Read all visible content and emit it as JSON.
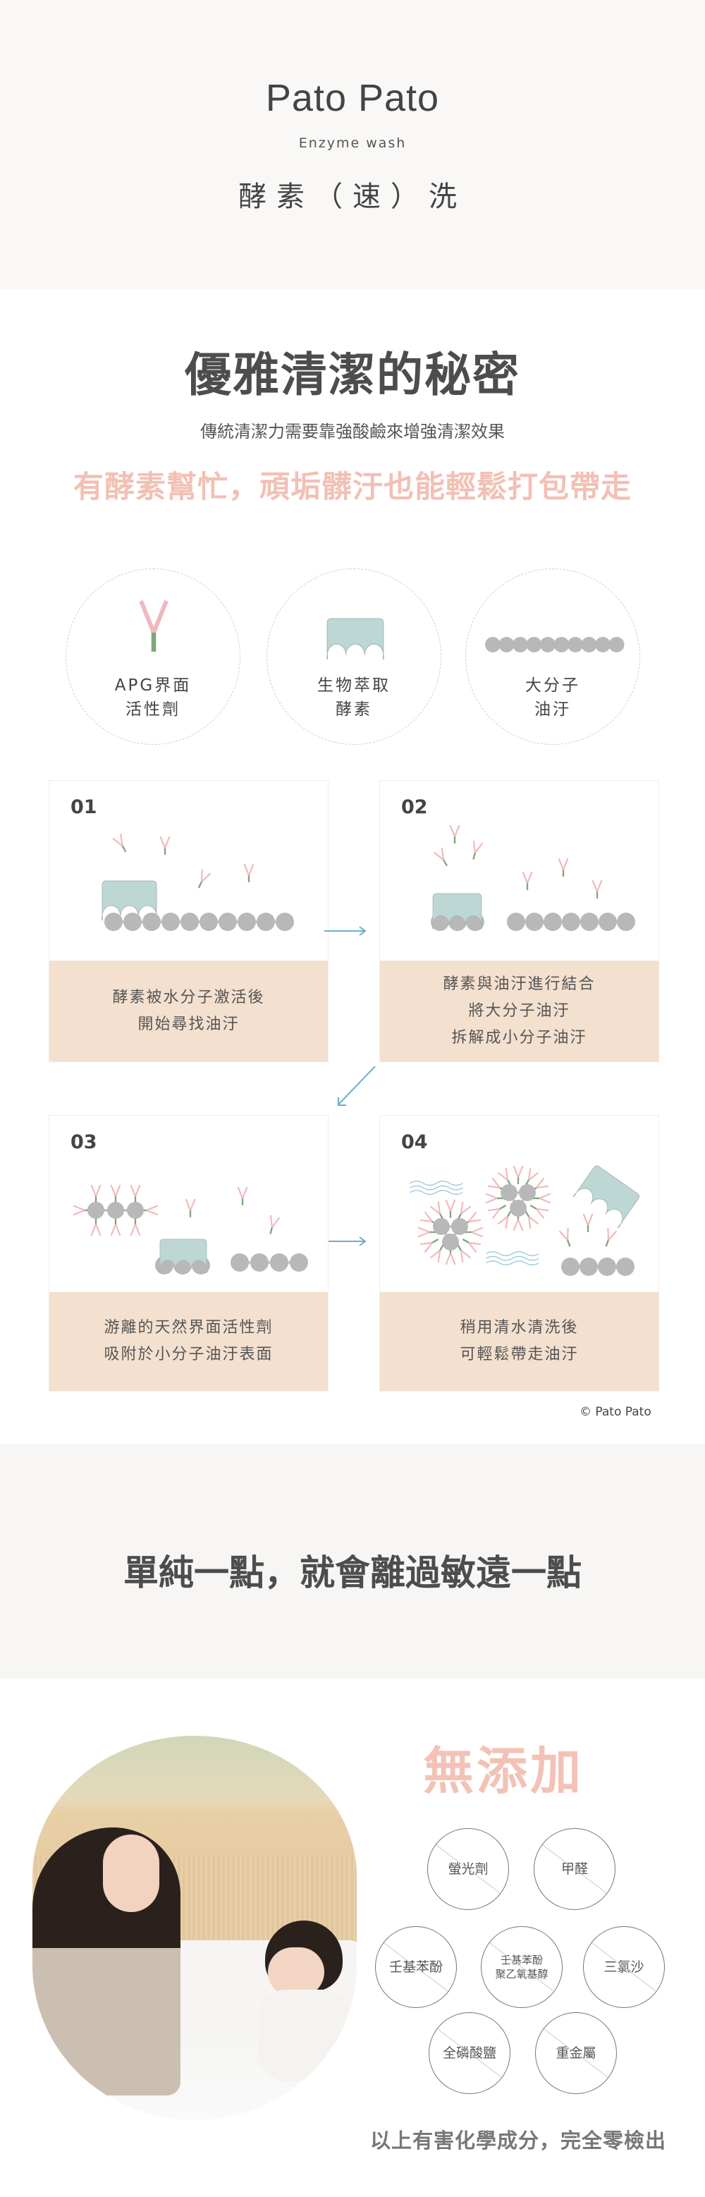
{
  "hero": {
    "logo": "Pato Pato",
    "subtitle_en": "Enzyme wash",
    "subtitle_zh": "酵素（速）洗"
  },
  "secret": {
    "title": "優雅清潔的秘密",
    "subtitle": "傳統清潔力需要靠強酸鹼來增強清潔效果",
    "highlight": "有酵素幫忙，頑垢髒汙也能輕鬆打包帶走"
  },
  "legend": [
    {
      "icon": "surfactant-icon",
      "line1": "APG界面",
      "line2": "活性劑"
    },
    {
      "icon": "enzyme-icon",
      "line1": "生物萃取",
      "line2": "酵素"
    },
    {
      "icon": "molecule-chain-icon",
      "line1": "大分子",
      "line2": "油汙"
    }
  ],
  "steps": [
    {
      "num": "01",
      "lines": [
        "酵素被水分子激活後",
        "開始尋找油汙"
      ]
    },
    {
      "num": "02",
      "lines": [
        "酵素與油汙進行結合",
        "將大分子油汙",
        "拆解成小分子油汙"
      ]
    },
    {
      "num": "03",
      "lines": [
        "游離的天然界面活性劑",
        "吸附於小分子油汙表面"
      ]
    },
    {
      "num": "04",
      "lines": [
        "稍用清水清洗後",
        "可輕鬆帶走油汙"
      ]
    }
  ],
  "copyright": "© Pato Pato",
  "gentle": {
    "title": "單純一點，就會離過敏遠一點"
  },
  "no_additives": {
    "title": "無添加",
    "items": [
      "螢光劑",
      "甲醛",
      "壬基苯酚",
      "壬基苯酚聚乙氧基醇",
      "三氯沙",
      "全磷酸鹽",
      "重金屬"
    ],
    "item_lines": {
      "npe_line1": "壬基苯酚",
      "npe_line2": "聚乙氧基醇"
    },
    "footer": "以上有害化學成分，完全零檢出"
  },
  "colors": {
    "pink": "#f2c0b4",
    "beige": "#f4e0cf",
    "teal": "#bcd7d4",
    "gray_ball": "#b8b8b8",
    "arrow": "#6aaecf"
  }
}
